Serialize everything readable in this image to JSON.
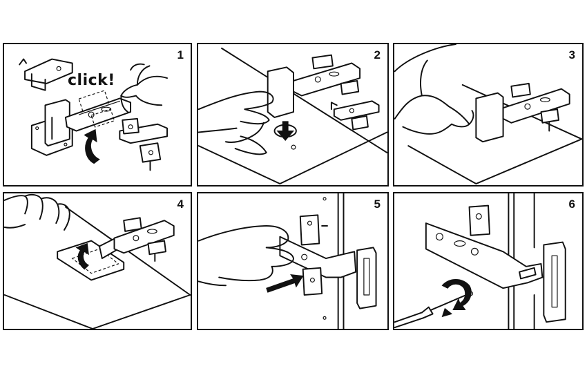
{
  "panels": [
    {
      "number": "1",
      "callout": "click!"
    },
    {
      "number": "2"
    },
    {
      "number": "3"
    },
    {
      "number": "4"
    },
    {
      "number": "5"
    },
    {
      "number": "6"
    }
  ],
  "icons": [
    "hinge-icon",
    "hand-icon",
    "arrow-icon",
    "screwdriver-icon",
    "rotation-arrow-icon",
    "cabinet-icon"
  ]
}
